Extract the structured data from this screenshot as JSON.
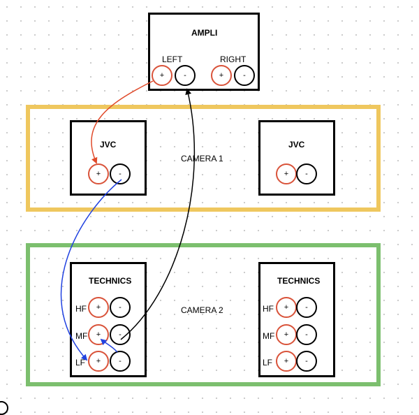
{
  "colors": {
    "camera1_border": "#efc75e",
    "camera2_border": "#7cbf6e",
    "positive_ring": "#d9533a",
    "negative_ring": "#000000",
    "wire_red": "#e04a2a",
    "wire_blue": "#2142e0",
    "wire_black": "#000000"
  },
  "ampli": {
    "title": "AMPLI",
    "left_label": "LEFT",
    "right_label": "RIGHT",
    "plus": "+",
    "minus": "-"
  },
  "camera1": {
    "label": "CAMERA 1",
    "speaker_left": {
      "title": "JVC",
      "plus": "+",
      "minus": "-"
    },
    "speaker_right": {
      "title": "JVC",
      "plus": "+",
      "minus": "-"
    }
  },
  "camera2": {
    "label": "CAMERA 2",
    "speaker_left": {
      "title": "TECHNICS",
      "hf": "HF",
      "mf": "MF",
      "lf": "LF",
      "plus": "+",
      "minus": "-"
    },
    "speaker_right": {
      "title": "TECHNICS",
      "hf": "HF",
      "mf": "MF",
      "lf": "LF",
      "plus": "+",
      "minus": "-"
    }
  },
  "wires": [
    {
      "from": "ampli-left-plus",
      "to": "jvc1-plus",
      "color": "red"
    },
    {
      "from": "jvc1-minus",
      "to": "technics1-lf-plus",
      "color": "blue"
    },
    {
      "from": "technics1-lf-minus",
      "to": "technics1-mf-plus",
      "color": "blue"
    },
    {
      "from": "technics1-mf-minus",
      "to": "ampli-left-minus",
      "color": "black"
    }
  ]
}
